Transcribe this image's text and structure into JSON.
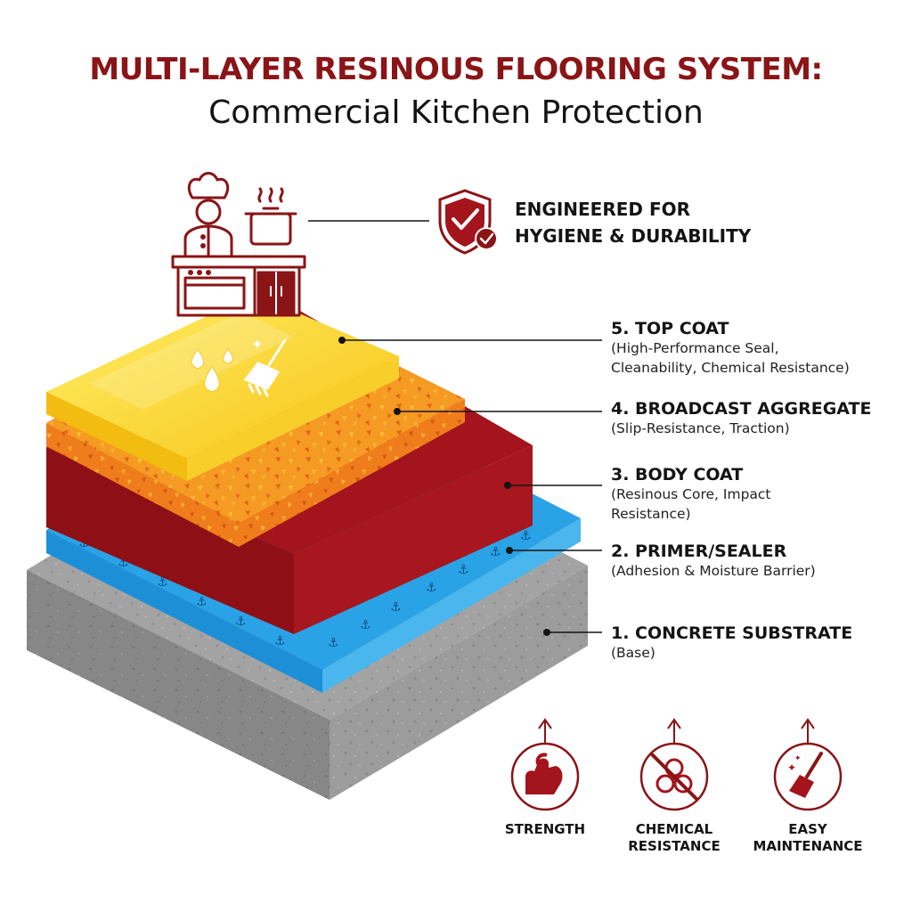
{
  "title": {
    "line1": "MULTI-LAYER RESINOUS FLOORING SYSTEM:",
    "line2": "Commercial Kitchen Protection"
  },
  "callout": {
    "line1": "ENGINEERED FOR",
    "line2": "HYGIENE & DURABILITY",
    "icon": "shield-check-icon"
  },
  "layers": [
    {
      "title": "5. TOP COAT",
      "desc": [
        "(High-Performance Seal,",
        "Cleanability, Chemical Resistance)"
      ],
      "color": "#f9c414"
    },
    {
      "title": "4. BROADCAST AGGREGATE",
      "desc": [
        "(Slip-Resistance, Traction)"
      ],
      "color": "#f5921e"
    },
    {
      "title": "3. BODY COAT",
      "desc": [
        "(Resinous Core, Impact",
        "Resistance)"
      ],
      "color": "#a3141c"
    },
    {
      "title": "2. PRIMER/SEALER",
      "desc": [
        "(Adhesion & Moisture Barrier)"
      ],
      "color": "#2aa3e6"
    },
    {
      "title": "1. CONCRETE SUBSTRATE",
      "desc": [
        "(Base)"
      ],
      "color": "#9a9a9a"
    }
  ],
  "benefits": [
    {
      "label": [
        "STRENGTH"
      ],
      "icon": "flexed-arm-icon"
    },
    {
      "label": [
        "CHEMICAL",
        "RESISTANCE"
      ],
      "icon": "no-biohazard-icon"
    },
    {
      "label": [
        "EASY",
        "MAINTENANCE"
      ],
      "icon": "broom-icon"
    }
  ],
  "colors": {
    "accent": "#8a1416",
    "text": "#141414"
  }
}
